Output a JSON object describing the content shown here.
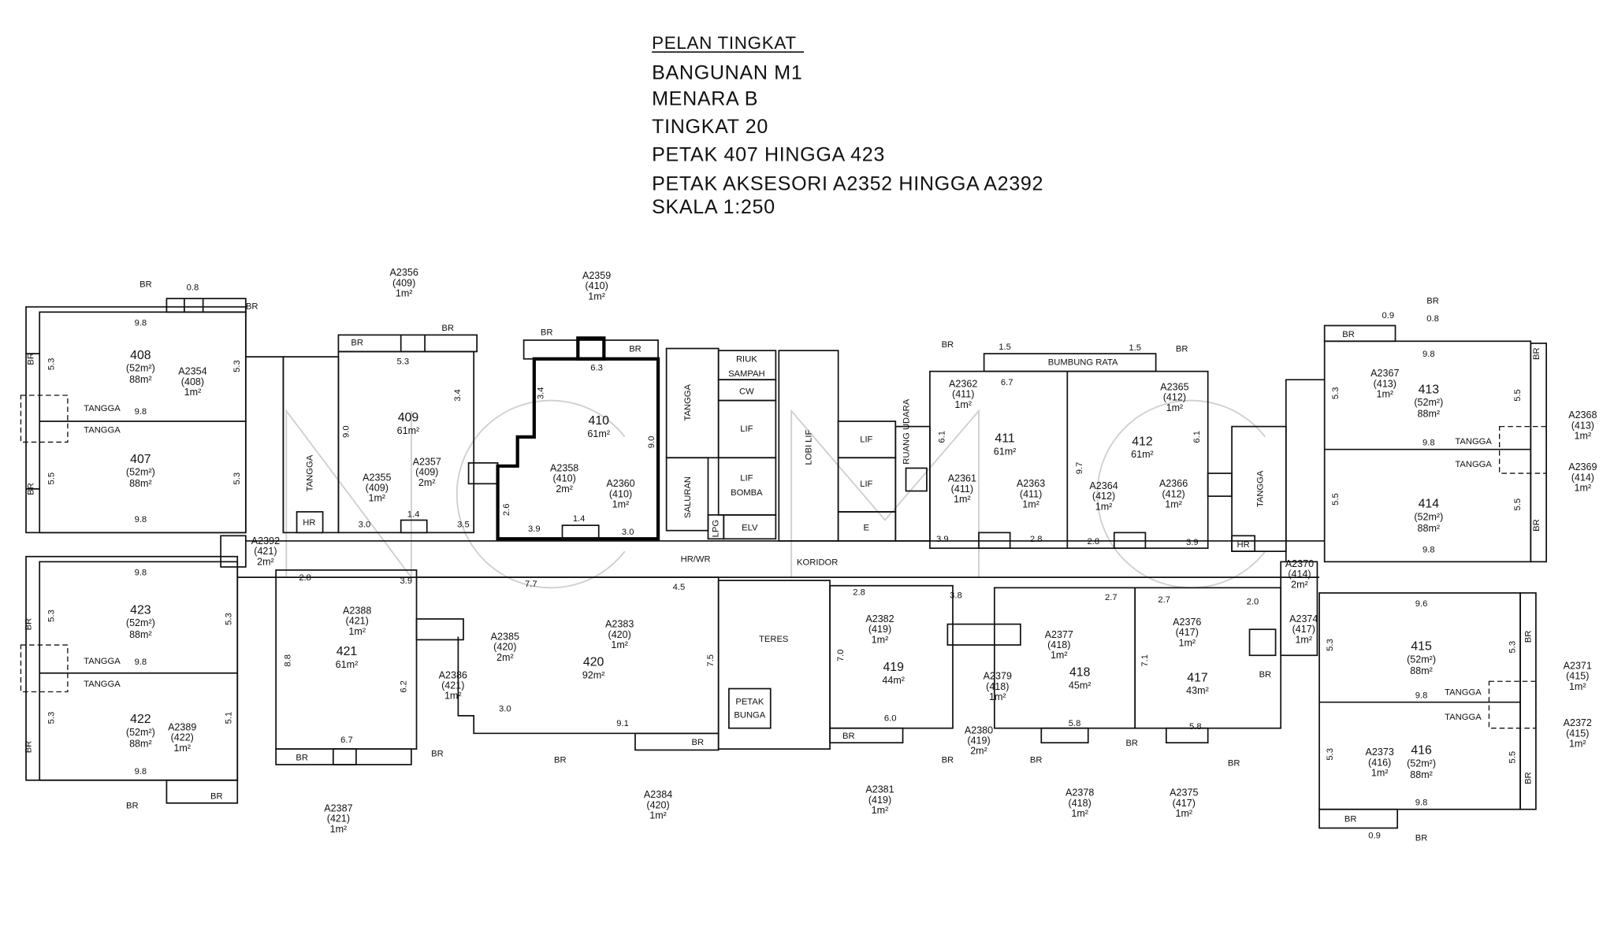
{
  "title": {
    "lines": [
      "PELAN TINGKAT",
      "BANGUNAN M1",
      "MENARA B",
      "TINGKAT 20",
      "PETAK 407 HINGGA 423",
      "PETAK AKSESORI A2352 HINGGA A2392",
      "SKALA 1:250"
    ]
  },
  "watermark": "NCMC",
  "units": [
    {
      "id": "408",
      "share": "(52m²)",
      "area": "88m²"
    },
    {
      "id": "407",
      "share": "(52m²)",
      "area": "88m²"
    },
    {
      "id": "409",
      "share": "",
      "area": "61m²"
    },
    {
      "id": "410",
      "share": "",
      "area": "61m²"
    },
    {
      "id": "411",
      "share": "",
      "area": "61m²"
    },
    {
      "id": "412",
      "share": "",
      "area": "61m²"
    },
    {
      "id": "413",
      "share": "(52m²)",
      "area": "88m²"
    },
    {
      "id": "414",
      "share": "(52m²)",
      "area": "88m²"
    },
    {
      "id": "423",
      "share": "(52m²)",
      "area": "88m²"
    },
    {
      "id": "422",
      "share": "(52m²)",
      "area": "88m²"
    },
    {
      "id": "421",
      "share": "",
      "area": "61m²"
    },
    {
      "id": "420",
      "share": "",
      "area": "92m²"
    },
    {
      "id": "419",
      "share": "",
      "area": "44m²"
    },
    {
      "id": "418",
      "share": "",
      "area": "45m²"
    },
    {
      "id": "417",
      "share": "",
      "area": "43m²"
    },
    {
      "id": "415",
      "share": "(52m²)",
      "area": "88m²"
    },
    {
      "id": "416",
      "share": "(52m²)",
      "area": "88m²"
    }
  ],
  "accessory_parcels": [
    {
      "id": "A2356",
      "parent": "(409)",
      "area": "1m²"
    },
    {
      "id": "A2359",
      "parent": "(410)",
      "area": "1m²"
    },
    {
      "id": "A2354",
      "parent": "(408)",
      "area": "1m²"
    },
    {
      "id": "A2355",
      "parent": "(409)",
      "area": "1m²"
    },
    {
      "id": "A2357",
      "parent": "(409)",
      "area": "2m²"
    },
    {
      "id": "A2358",
      "parent": "(410)",
      "area": "2m²"
    },
    {
      "id": "A2360",
      "parent": "(410)",
      "area": "1m²"
    },
    {
      "id": "A2362",
      "parent": "(411)",
      "area": "1m²"
    },
    {
      "id": "A2361",
      "parent": "(411)",
      "area": "1m²"
    },
    {
      "id": "A2363",
      "parent": "(411)",
      "area": "1m²"
    },
    {
      "id": "A2365",
      "parent": "(412)",
      "area": "1m²"
    },
    {
      "id": "A2364",
      "parent": "(412)",
      "area": "1m²"
    },
    {
      "id": "A2366",
      "parent": "(412)",
      "area": "1m²"
    },
    {
      "id": "A2367",
      "parent": "(413)",
      "area": "1m²"
    },
    {
      "id": "A2368",
      "parent": "(413)",
      "area": "1m²"
    },
    {
      "id": "A2369",
      "parent": "(414)",
      "area": "1m²"
    },
    {
      "id": "A2392",
      "parent": "(421)",
      "area": "2m²"
    },
    {
      "id": "A2370",
      "parent": "(414)",
      "area": "2m²"
    },
    {
      "id": "A2374",
      "parent": "(417)",
      "area": "1m²"
    },
    {
      "id": "A2388",
      "parent": "(421)",
      "area": "1m²"
    },
    {
      "id": "A2385",
      "parent": "(420)",
      "area": "2m²"
    },
    {
      "id": "A2386",
      "parent": "(421)",
      "area": "1m²"
    },
    {
      "id": "A2383",
      "parent": "(420)",
      "area": "1m²"
    },
    {
      "id": "A2382",
      "parent": "(419)",
      "area": "1m²"
    },
    {
      "id": "A2379",
      "parent": "(418)",
      "area": "1m²"
    },
    {
      "id": "A2380",
      "parent": "(419)",
      "area": "2m²"
    },
    {
      "id": "A2377",
      "parent": "(418)",
      "area": "1m²"
    },
    {
      "id": "A2376",
      "parent": "(417)",
      "area": "1m²"
    },
    {
      "id": "A2371",
      "parent": "(415)",
      "area": "1m²"
    },
    {
      "id": "A2372",
      "parent": "(415)",
      "area": "1m²"
    },
    {
      "id": "A2373",
      "parent": "(416)",
      "area": "1m²"
    },
    {
      "id": "A2389",
      "parent": "(422)",
      "area": "1m²"
    },
    {
      "id": "A2387",
      "parent": "(421)",
      "area": "1m²"
    },
    {
      "id": "A2384",
      "parent": "(420)",
      "area": "1m²"
    },
    {
      "id": "A2381",
      "parent": "(419)",
      "area": "1m²"
    },
    {
      "id": "A2378",
      "parent": "(418)",
      "area": "1m²"
    },
    {
      "id": "A2375",
      "parent": "(417)",
      "area": "1m²"
    }
  ],
  "rooms": [
    "TANGGA",
    "HR",
    "TANGGA",
    "SALURAN",
    "RIUK",
    "SAMPAH",
    "CW",
    "LIF",
    "LIF",
    "BOMBA",
    "LPG",
    "ELV",
    "LOBI LIF",
    "LIF",
    "LIF",
    "E",
    "RUANG UDARA",
    "BUMBUNG RATA",
    "TANGGA",
    "HR",
    "HR/WR",
    "KORIDOR",
    "TERES",
    "PETAK",
    "BUNGA",
    "TANGGA",
    "TANGGA",
    "TANGGA",
    "TANGGA",
    "TANGGA",
    "TANGGA",
    "TANGGA",
    "TANGGA"
  ],
  "br_label": "BR",
  "dimensions": [
    "9.8",
    "9.8",
    "9.8",
    "5.3",
    "5.3",
    "5.5",
    "5.3",
    "0.8",
    "5.3",
    "9.0",
    "3.4",
    "3.0",
    "3.5",
    "1.4",
    "6.3",
    "9.0",
    "3.4",
    "2.6",
    "3.9",
    "3.0",
    "1.4",
    "1.5",
    "6.7",
    "6.1",
    "3.9",
    "2.8",
    "1.5",
    "9.7",
    "6.1",
    "2.8",
    "3.9",
    "9.8",
    "9.8",
    "9.8",
    "5.3",
    "5.5",
    "5.5",
    "5.5",
    "0.9",
    "0.8",
    "9.8",
    "9.8",
    "9.8",
    "5.3",
    "5.3",
    "5.3",
    "5.1",
    "2.8",
    "3.9",
    "8.8",
    "6.2",
    "6.7",
    "7.7",
    "4.5",
    "7.5",
    "3.0",
    "9.1",
    "2.8",
    "3.8",
    "7.0",
    "6.0",
    "2.7",
    "7.1",
    "2.7",
    "2.0",
    "5.8",
    "5.8",
    "9.6",
    "9.8",
    "9.8",
    "5.3",
    "5.3",
    "5.3",
    "5.5",
    "0.9"
  ]
}
